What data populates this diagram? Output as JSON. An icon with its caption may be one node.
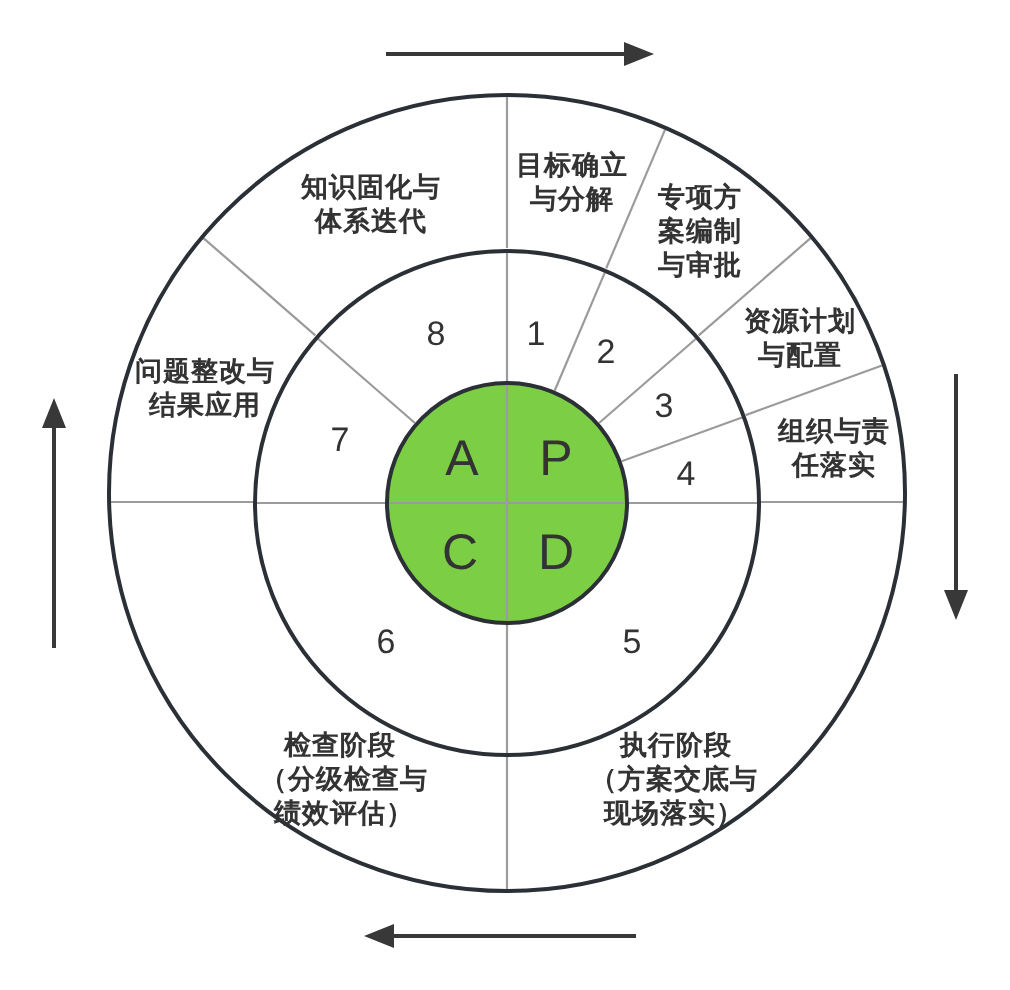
{
  "diagram": {
    "nodes": [
      {
        "text": [
          "目标确立与分解",
          "专项方案编制与审批",
          "资源计划与配置",
          "组织与责任落实",
          "执行阶段",
          "（方案交底与现场落实）",
          "检查阶段",
          "（分级检查与绩效评估）",
          "问题整改与结果应用",
          "知识固化与体系迭代"
        ]
      },
      {
        "text": [
          "1",
          "2",
          "3",
          "4",
          "5",
          "6",
          "7",
          "8"
        ],
        "in": 0
      },
      {
        "text": [
          "A",
          "P",
          "C",
          "D"
        ],
        "in": 1
      }
    ]
  }
}
